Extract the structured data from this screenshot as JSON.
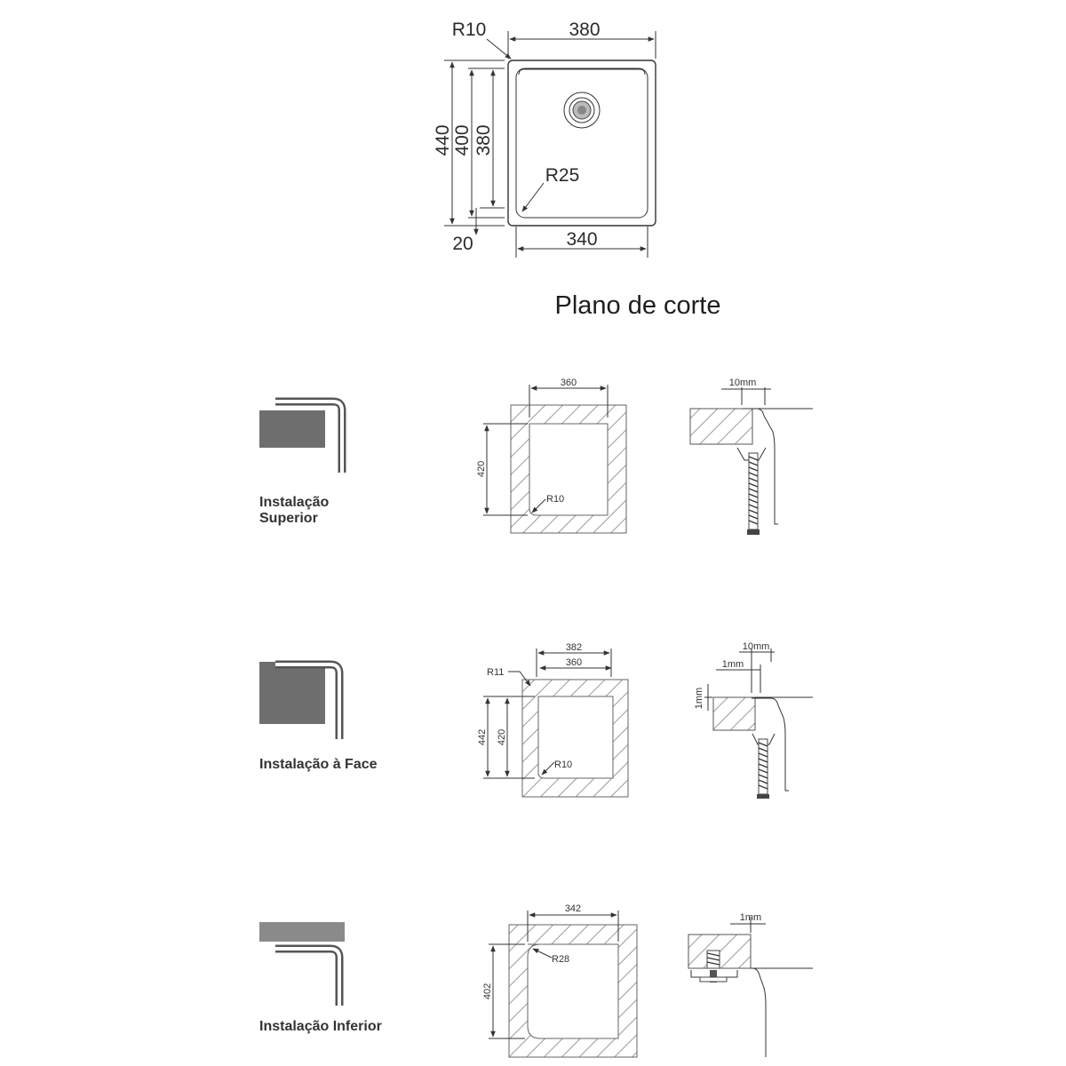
{
  "top_drawing": {
    "radius_outer": "R10",
    "width_outer": "380",
    "height_outer": "440",
    "height_mid": "400",
    "height_inner": "380",
    "radius_inner": "R25",
    "flange": "20",
    "width_inner": "340"
  },
  "section_title": "Plano de corte",
  "rows": [
    {
      "label_line1": "Instalação",
      "label_line2": "Superior",
      "cut_width": "360",
      "cut_height": "420",
      "cut_radius": "R10",
      "detail_dim": "10mm"
    },
    {
      "label_line1": "Instalação à Face",
      "cut_width_outer": "382",
      "cut_width_inner": "360",
      "cut_height_outer": "442",
      "cut_height_inner": "420",
      "cut_radius_outer": "R11",
      "cut_radius_inner": "R10",
      "detail_dim_1": "10mm",
      "detail_dim_2": "1mm",
      "detail_dim_3": "1mm"
    },
    {
      "label_line1": "Instalação Inferior",
      "cut_width": "342",
      "cut_height": "402",
      "cut_radius": "R28",
      "detail_dim": "1mm"
    }
  ]
}
